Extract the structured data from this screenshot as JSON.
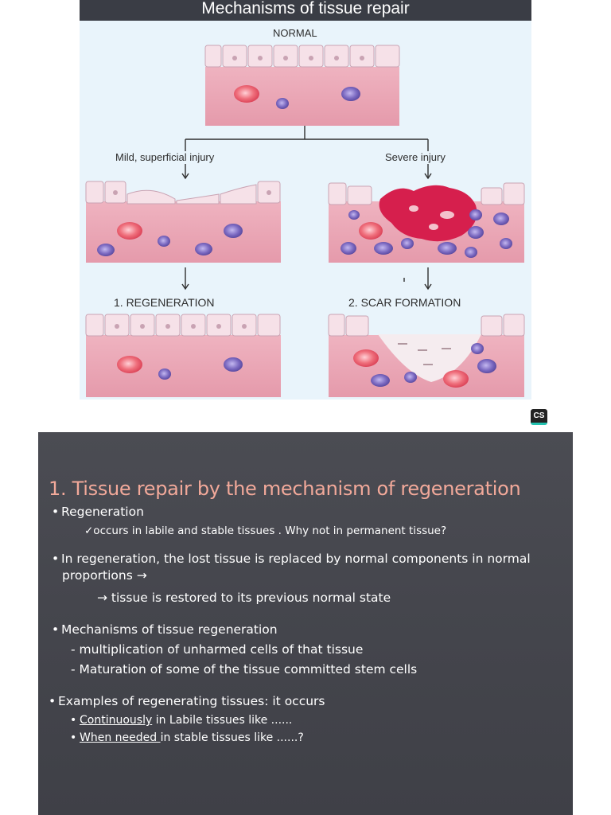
{
  "top_slide": {
    "title": "Mechanisms of tissue repair",
    "labels": {
      "normal": "NORMAL",
      "mild": "Mild, superficial injury",
      "severe": "Severe injury",
      "regeneration": "1. REGENERATION",
      "scar": "2. SCAR FORMATION"
    },
    "colors": {
      "tissue": "#e8a2b0",
      "epithelium": "#f4dce4",
      "red_cell": "#e85a6a",
      "lymphocyte": "#7a68c0",
      "injury": "#d61f4d",
      "background": "#e9f4fb",
      "title_bar": "#3a3d45"
    }
  },
  "badge": {
    "text": "CS"
  },
  "bottom_slide": {
    "heading": "1. Tissue repair by the mechanism of regeneration",
    "regeneration_label": "Regeneration",
    "regeneration_note": "✓occurs in labile and stable tissues . Why not in permanent tissue?",
    "replaced_line1": "In regeneration, the lost tissue is replaced by normal components in normal",
    "replaced_line2": "proportions →",
    "restored": "→  tissue is restored to its previous normal state",
    "mechanisms_label": "Mechanisms of tissue regeneration",
    "mechanism_1": "- multiplication of unharmed cells of that tissue",
    "mechanism_2": "- Maturation of some of the tissue committed stem cells",
    "examples_label": "Examples of regenerating tissues: it occurs",
    "continuously": "Continuously",
    "continuously_rest": " in Labile tissues like ......",
    "when_needed": "When needed ",
    "when_needed_rest": "in stable tissues like ......?",
    "colors": {
      "heading": "#f2a99a",
      "text": "#ffffff",
      "background": "#46474e"
    }
  }
}
